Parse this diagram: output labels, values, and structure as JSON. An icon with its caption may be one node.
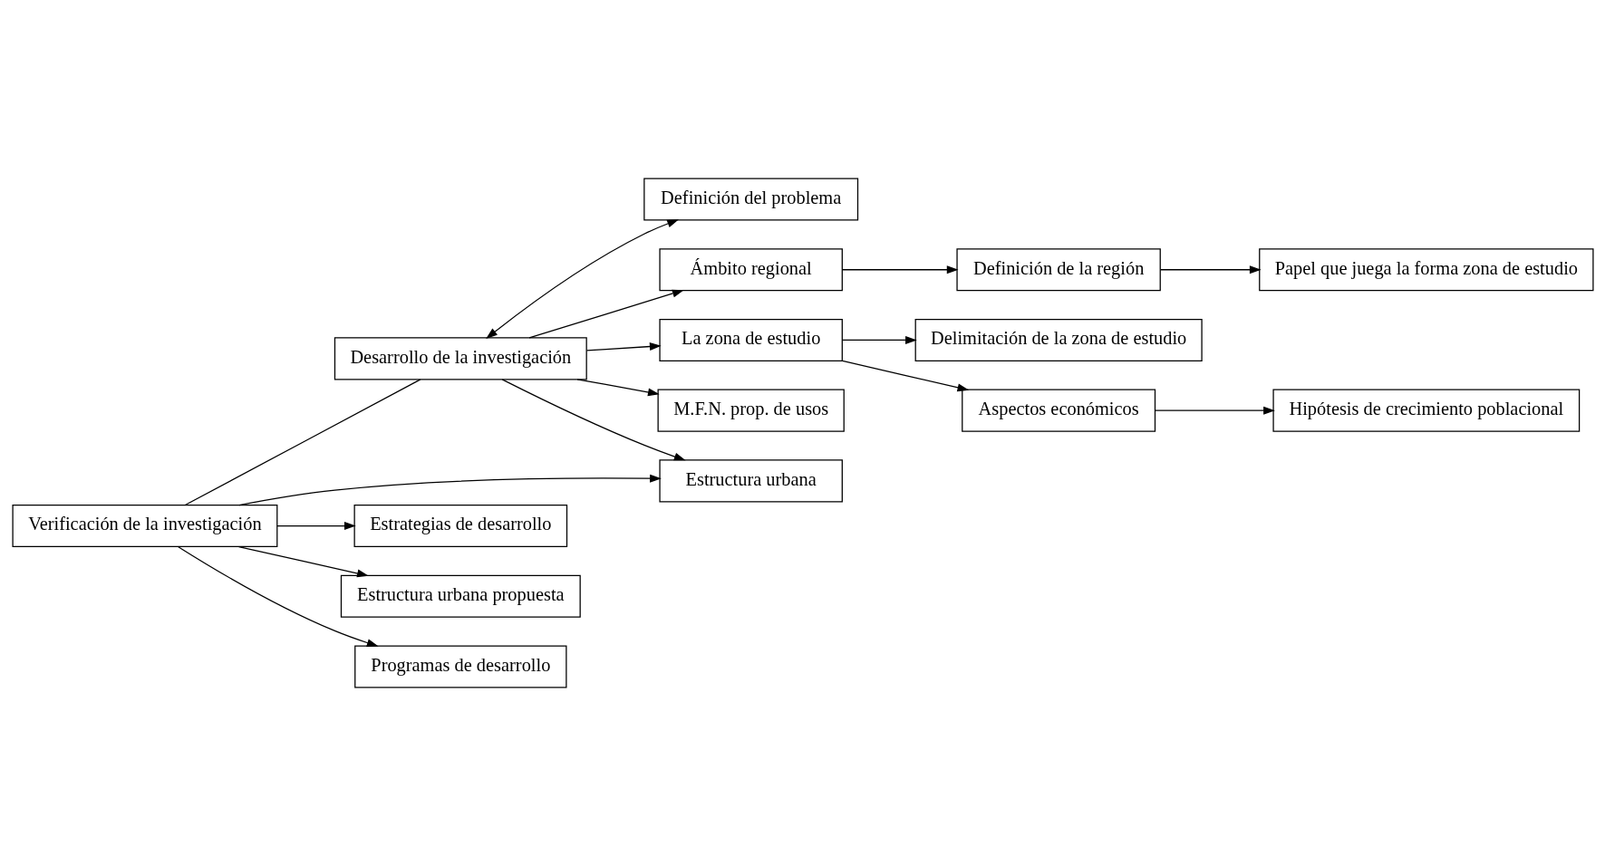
{
  "diagram": {
    "nodes": [
      {
        "text": [
          "Desarrollo de la investigación"
        ]
      },
      {
        "text": [
          "Definición del problema"
        ]
      },
      {
        "text": [
          "Ámbito regional"
        ]
      },
      {
        "text": [
          "Definición de la región"
        ]
      },
      {
        "text": [
          "Papel que juega la forma zona de estudio"
        ]
      },
      {
        "text": [
          "La zona de estudio"
        ]
      },
      {
        "text": [
          "Delimitación de la zona de estudio"
        ]
      },
      {
        "text": [
          "Aspectos económicos"
        ]
      },
      {
        "text": [
          "Hipótesis de crecimiento poblacional"
        ]
      },
      {
        "text": [
          "Verificación de la investigación"
        ]
      },
      {
        "text": [
          "M.F.N. prop. de usos"
        ]
      },
      {
        "text": [
          "Estructura urbana"
        ]
      },
      {
        "text": [
          "Estrategias de desarrollo"
        ]
      },
      {
        "text": [
          "Estructura urbana propuesta"
        ]
      },
      {
        "text": [
          "Programas de desarrollo"
        ]
      }
    ],
    "edges": [
      {
        "from": 0,
        "to": 1,
        "arrow": "both"
      },
      {
        "from": 9,
        "to": 0,
        "arrow": "none"
      },
      {
        "from": 0,
        "to": 2,
        "arrow": "to"
      },
      {
        "from": 0,
        "to": 5,
        "arrow": "to"
      },
      {
        "from": 0,
        "to": 10,
        "arrow": "to"
      },
      {
        "from": 0,
        "to": 11,
        "arrow": "to"
      },
      {
        "from": 9,
        "to": 11,
        "arrow": "to"
      },
      {
        "from": 2,
        "to": 3,
        "arrow": "to"
      },
      {
        "from": 3,
        "to": 4,
        "arrow": "to"
      },
      {
        "from": 5,
        "to": 6,
        "arrow": "to"
      },
      {
        "from": 5,
        "to": 7,
        "arrow": "to"
      },
      {
        "from": 7,
        "to": 8,
        "arrow": "to"
      },
      {
        "from": 9,
        "to": 12,
        "arrow": "to"
      },
      {
        "from": 9,
        "to": 13,
        "arrow": "to"
      },
      {
        "from": 9,
        "to": 14,
        "arrow": "to"
      }
    ]
  }
}
